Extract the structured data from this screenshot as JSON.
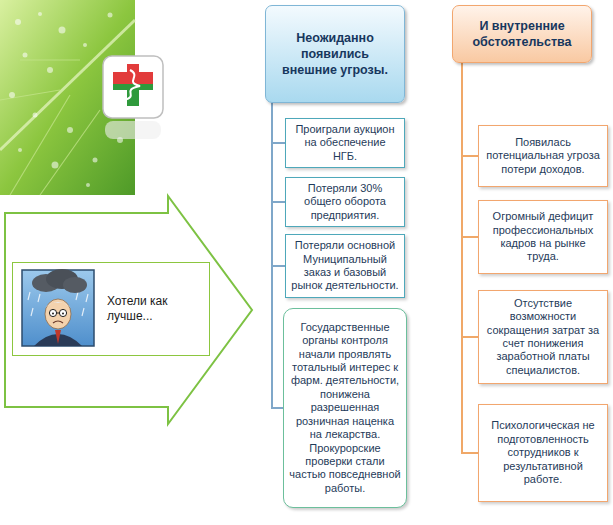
{
  "diagram": {
    "nodes": [
      {
        "text": [
          "Хотели как лучше..."
        ]
      },
      {
        "text": [
          "Неожиданно появились внешние угрозы."
        ]
      },
      {
        "text": [
          "Проиграли аукцион на обеспечение НГБ."
        ]
      },
      {
        "text": [
          "Потеряли 30% общего оборота предприятия."
        ]
      },
      {
        "text": [
          "Потеряли основной Муниципальный заказ и базовый рынок деятельности."
        ]
      },
      {
        "text": [
          "Государственные органы контроля начали проявлять тотальный интерес к фарм. деятельности, понижена разрешенная розничная наценка на лекарства. Прокурорские проверки стали частью повседневной работы."
        ]
      },
      {
        "text": [
          "И внутренние обстоятельства"
        ]
      },
      {
        "text": [
          "Появилась потенциальная угроза потери доходов."
        ]
      },
      {
        "text": [
          "Огромный дефицит профессиональных кадров на рынке труда."
        ]
      },
      {
        "text": [
          "Отсутствие возможности сокращения затрат за счет понижения заработной платы специалистов."
        ]
      },
      {
        "text": [
          "Психологическая не подготовленность сотрудников к результативной работе."
        ]
      }
    ],
    "edges": [
      {
        "from": 1,
        "to": 2,
        "arrow": "none"
      },
      {
        "from": 1,
        "to": 3,
        "arrow": "none"
      },
      {
        "from": 1,
        "to": 4,
        "arrow": "none"
      },
      {
        "from": 1,
        "to": 5,
        "arrow": "none"
      },
      {
        "from": 6,
        "to": 7,
        "arrow": "none"
      },
      {
        "from": 6,
        "to": 8,
        "arrow": "none"
      },
      {
        "from": 6,
        "to": 9,
        "arrow": "none"
      },
      {
        "from": 6,
        "to": 10,
        "arrow": "none"
      }
    ]
  }
}
